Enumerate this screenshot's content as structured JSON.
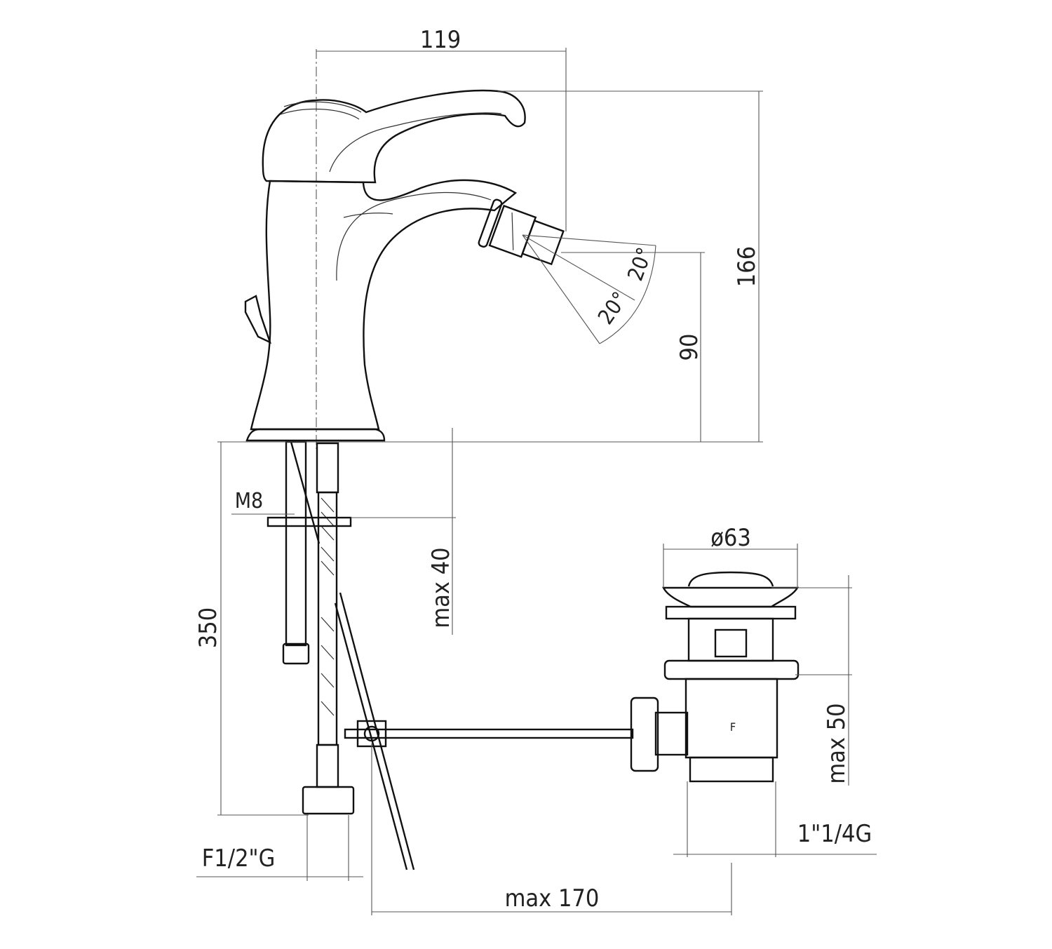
{
  "drawing": {
    "dimensions": {
      "spout_reach": "119",
      "total_height": "166",
      "outlet_height": "90",
      "spray_angle_upper": "20°",
      "spray_angle_lower": "20°",
      "rod_thread": "M8",
      "max_deck_thickness": "max 40",
      "hose_length": "350",
      "waste_diameter": "ø63",
      "waste_max_height": "max 50",
      "waste_thread": "1\"1/4G",
      "hose_connection": "F1/2\"G",
      "max_rod_reach": "max 170"
    },
    "waste_mark": "F"
  }
}
